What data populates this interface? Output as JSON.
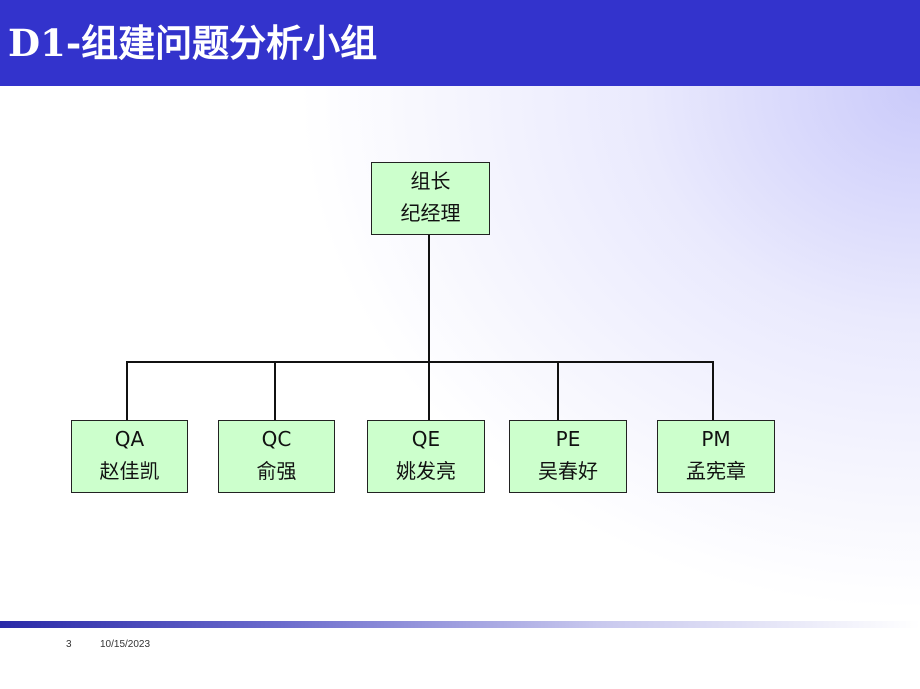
{
  "title": "D1-组建问题分析小组",
  "leader": {
    "role": "组长",
    "name": "纪经理"
  },
  "members": [
    {
      "role": "QA",
      "name": "赵佳凯"
    },
    {
      "role": "QC",
      "name": "俞强"
    },
    {
      "role": "QE",
      "name": "姚发亮"
    },
    {
      "role": "PE",
      "name": "吴春好"
    },
    {
      "role": "PM",
      "name": "孟宪章"
    }
  ],
  "footer": {
    "page_number": "3",
    "date": "10/15/2023"
  },
  "colors": {
    "title_bar": "#3333cc",
    "box_fill": "#ccffcc",
    "title_text": "#ffffff"
  }
}
